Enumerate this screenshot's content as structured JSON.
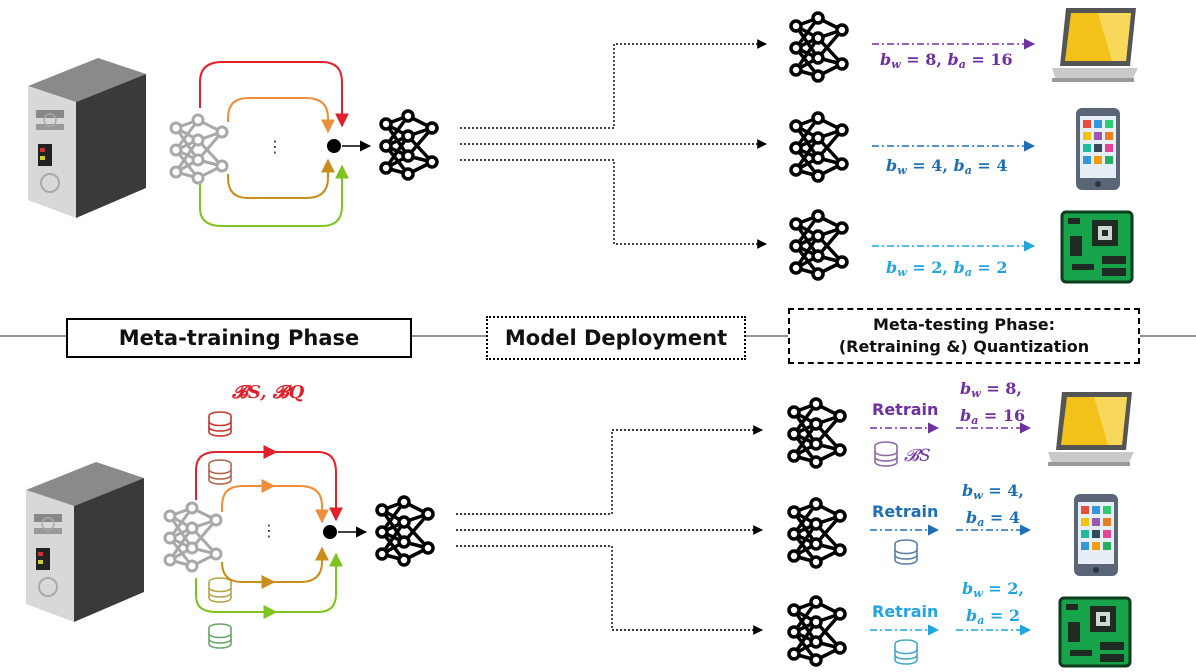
{
  "phases": {
    "meta_training": "Meta-training Phase",
    "deployment": "Model Deployment",
    "meta_testing_line1": "Meta-testing Phase:",
    "meta_testing_line2": "(Retraining &) Quantization"
  },
  "ellipsis": "⋮",
  "support_query_label": "𝓑S, 𝓑Q",
  "support_label": "𝓑S",
  "retrain_label": "Retrain",
  "top_configs": [
    {
      "bw": "8",
      "ba": "16",
      "color": "#7030a0",
      "device": "laptop"
    },
    {
      "bw": "4",
      "ba": "4",
      "color": "#1f6fb4",
      "device": "phone"
    },
    {
      "bw": "2",
      "ba": "2",
      "color": "#1fa5e0",
      "device": "circuit-board"
    }
  ],
  "bottom_configs": [
    {
      "bw": "8",
      "ba": "16",
      "color": "#7030a0",
      "device": "laptop"
    },
    {
      "bw": "4",
      "ba": "4",
      "color": "#1f6fb4",
      "device": "phone"
    },
    {
      "bw": "2",
      "ba": "2",
      "color": "#1fa5e0",
      "device": "circuit-board"
    }
  ],
  "colors": {
    "red": "#e0202a",
    "orange": "#ed8f3a",
    "dark_orange": "#c98d1c",
    "green": "#7dc41f",
    "purple": "#7030a0",
    "blue": "#1f6fb4",
    "cyan": "#1fa5e0"
  }
}
